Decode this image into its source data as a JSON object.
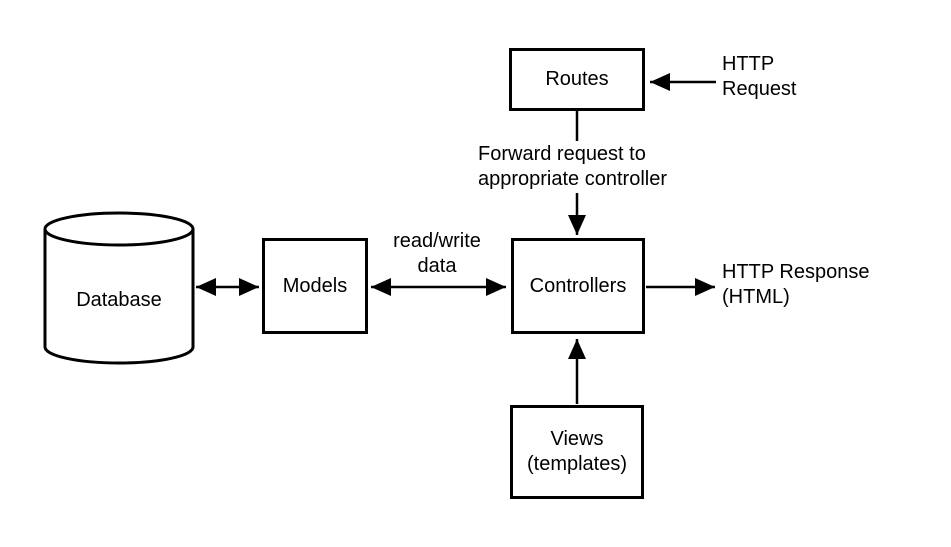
{
  "diagram": {
    "background": "#ffffff",
    "stroke_color": "#000000",
    "text_color": "#000000"
  },
  "nodes": {
    "routes": {
      "label": "Routes"
    },
    "database": {
      "label": "Database"
    },
    "models": {
      "label": "Models"
    },
    "controllers": {
      "label": "Controllers"
    },
    "views": {
      "line1": "Views",
      "line2": "(templates)"
    }
  },
  "labels": {
    "http_request": {
      "line1": "HTTP",
      "line2": "Request"
    },
    "forward_request": {
      "line1": "Forward request to",
      "line2": "appropriate controller"
    },
    "read_write": {
      "line1": "read/write",
      "line2": "data"
    },
    "http_response": {
      "line1": "HTTP Response",
      "line2": "(HTML)"
    }
  },
  "edges": [
    {
      "from": "HTTP Request",
      "to": "Routes",
      "arrows": "one-way"
    },
    {
      "from": "Routes",
      "to": "Controllers",
      "arrows": "one-way",
      "label": "Forward request to appropriate controller"
    },
    {
      "from": "Database",
      "to": "Models",
      "arrows": "two-way"
    },
    {
      "from": "Models",
      "to": "Controllers",
      "arrows": "two-way",
      "label": "read/write data"
    },
    {
      "from": "Controllers",
      "to": "HTTP Response (HTML)",
      "arrows": "one-way"
    },
    {
      "from": "Views (templates)",
      "to": "Controllers",
      "arrows": "one-way"
    }
  ]
}
